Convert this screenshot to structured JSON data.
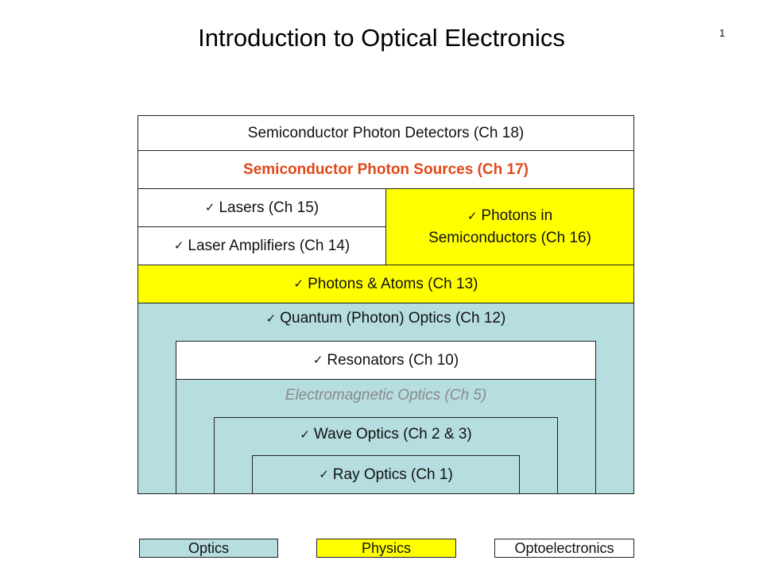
{
  "title": "Introduction to Optical Electronics",
  "page_number": "1",
  "check_mark": "✓",
  "layers": {
    "detectors": "Semiconductor Photon Detectors (Ch 18)",
    "sources": "Semiconductor Photon Sources (Ch 17)",
    "lasers": "Lasers (Ch 15)",
    "laser_amplifiers": "Laser Amplifiers (Ch 14)",
    "photons_semiconductors_line1": "Photons in",
    "photons_semiconductors_line2": "Semiconductors (Ch 16)",
    "photons_atoms": "Photons & Atoms (Ch 13)",
    "quantum_optics": "Quantum (Photon) Optics (Ch 12)",
    "resonators": "Resonators (Ch 10)",
    "electromagnetic_optics": "Electromagnetic Optics (Ch 5)",
    "wave_optics": "Wave Optics (Ch 2 & 3)",
    "ray_optics": "Ray Optics (Ch 1)"
  },
  "legend": {
    "optics": "Optics",
    "physics": "Physics",
    "optoelectronics": "Optoelectronics"
  },
  "colors": {
    "optics": "#b6dde0",
    "physics": "#ffff00",
    "optoelectronics": "#ffffff",
    "highlight_text": "#e0481a"
  }
}
